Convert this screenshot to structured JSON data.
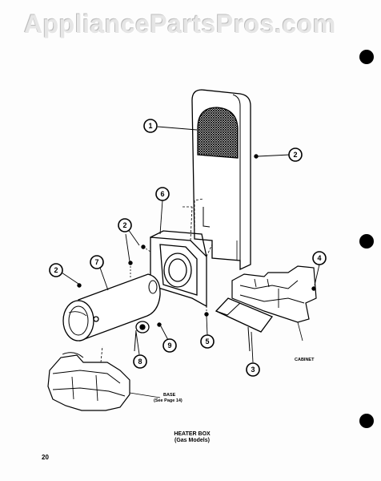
{
  "watermark": "AppliancePartsPros.com",
  "diagram": {
    "title_line1": "HEATER BOX",
    "title_line2": "(Gas Models)",
    "page_number": "20",
    "labels": {
      "cabinet": "CABINET",
      "base": "BASE",
      "base_ref": "(See Page 14)"
    },
    "callouts": [
      "1",
      "2",
      "2",
      "2",
      "3",
      "4",
      "5",
      "6",
      "7",
      "8",
      "9"
    ]
  }
}
